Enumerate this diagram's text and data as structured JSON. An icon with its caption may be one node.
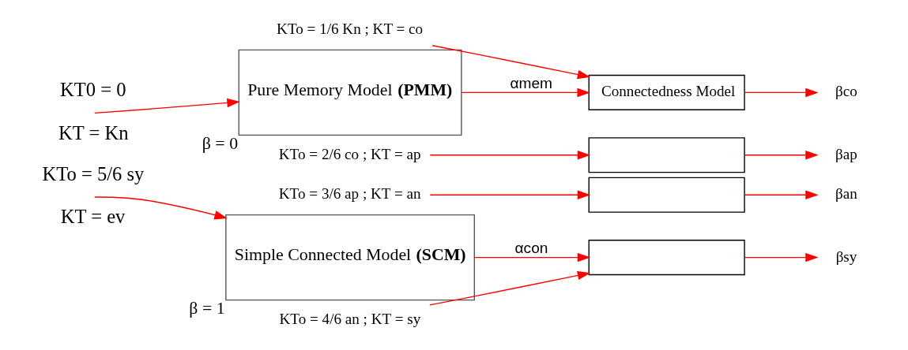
{
  "diagram": {
    "nodes": [
      {
        "text": [
          "Pure Memory Model **(PMM)**"
        ],
        "beside": [
          "β = 0"
        ]
      },
      {
        "text": [
          "Simple Connected Model **(SCM)**"
        ],
        "beside": [
          "β = 1"
        ]
      },
      {
        "text": [
          "Connectedness Model"
        ]
      },
      {
        "text": [],
        "shape": "box"
      },
      {
        "text": [],
        "shape": "box"
      },
      {
        "text": [],
        "shape": "box"
      },
      {
        "text": [
          "KTo = 1/6 Kn ; KT = co"
        ]
      },
      {
        "text": [
          "KTo = 2/6 co ; KT = ap"
        ]
      },
      {
        "text": [
          "KTo = 3/6 ap ; KT = an"
        ]
      },
      {
        "text": [
          "KTo = 4/6 an ; KT = sy"
        ]
      },
      {
        "text": [
          "βco"
        ]
      },
      {
        "text": [
          "βap"
        ]
      },
      {
        "text": [
          "βan"
        ]
      },
      {
        "text": [
          "βsy"
        ]
      }
    ],
    "edges": [
      {
        "from": null,
        "to": 0,
        "arrow": "to"
      },
      {
        "from": null,
        "to": 1,
        "arrow": "to"
      },
      {
        "from": 0,
        "to": 2,
        "arrow": "to",
        "label": "αmem"
      },
      {
        "from": 1,
        "to": 5,
        "arrow": "to",
        "label": "αcon"
      },
      {
        "from": 6,
        "to": 2,
        "arrow": "to"
      },
      {
        "from": 7,
        "to": 3,
        "arrow": "to"
      },
      {
        "from": 8,
        "to": 4,
        "arrow": "to"
      },
      {
        "from": 9,
        "to": 5,
        "arrow": "to"
      },
      {
        "from": 2,
        "to": 10,
        "arrow": "to"
      },
      {
        "from": 3,
        "to": 11,
        "arrow": "to"
      },
      {
        "from": 4,
        "to": 12,
        "arrow": "to"
      },
      {
        "from": 5,
        "to": 13,
        "arrow": "to"
      }
    ],
    "labels": [
      "KT0 = 0",
      "KT = Kn",
      "KTo = 5/6 sy",
      "KT = ev"
    ]
  }
}
